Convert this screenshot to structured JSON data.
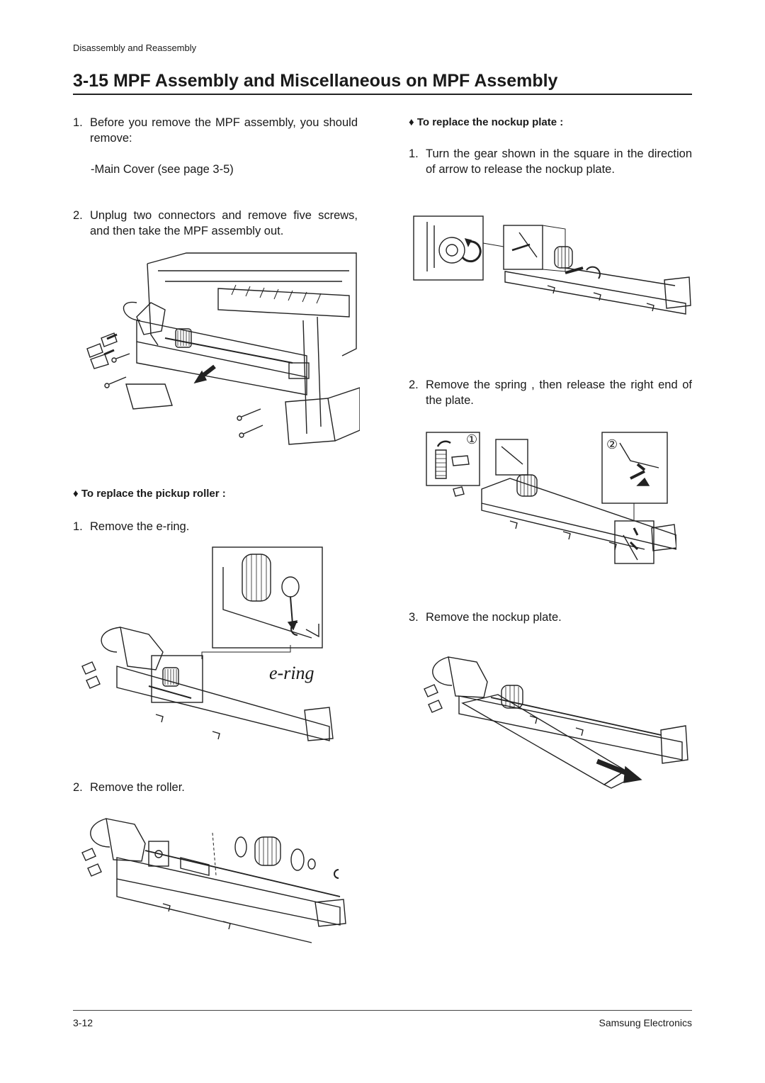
{
  "header": {
    "running_title": "Disassembly and Reassembly",
    "section_title": "3-15  MPF Assembly and Miscellaneous on MPF Assembly"
  },
  "left": {
    "step1": {
      "num": "1.",
      "text": "Before you remove the MPF assembly, you should remove:"
    },
    "step1_sub": "-Main Cover  (see page 3-5)",
    "step2": {
      "num": "2.",
      "text": "Unplug two connectors and remove five screws, and then take the MPF assembly out."
    },
    "pickup_heading": "♦ To replace the pickup roller :",
    "pickup_steps": [
      {
        "num": "1.",
        "text": "Remove the e-ring."
      },
      {
        "num": "2.",
        "text": "Remove the roller."
      }
    ],
    "ering_label": "e-ring"
  },
  "right": {
    "nockup_heading": "♦ To replace the nockup plate :",
    "steps": [
      {
        "num": "1.",
        "text": "Turn the gear shown in the square in the direction of arrow to release the nockup plate."
      },
      {
        "num": "2.",
        "text": "Remove the spring , then release the right end of the plate."
      },
      {
        "num": "3.",
        "text": "Remove the nockup plate."
      }
    ],
    "callout_1": "①",
    "callout_2": "②"
  },
  "footer": {
    "page_number": "3-12",
    "company": "Samsung Electronics"
  }
}
